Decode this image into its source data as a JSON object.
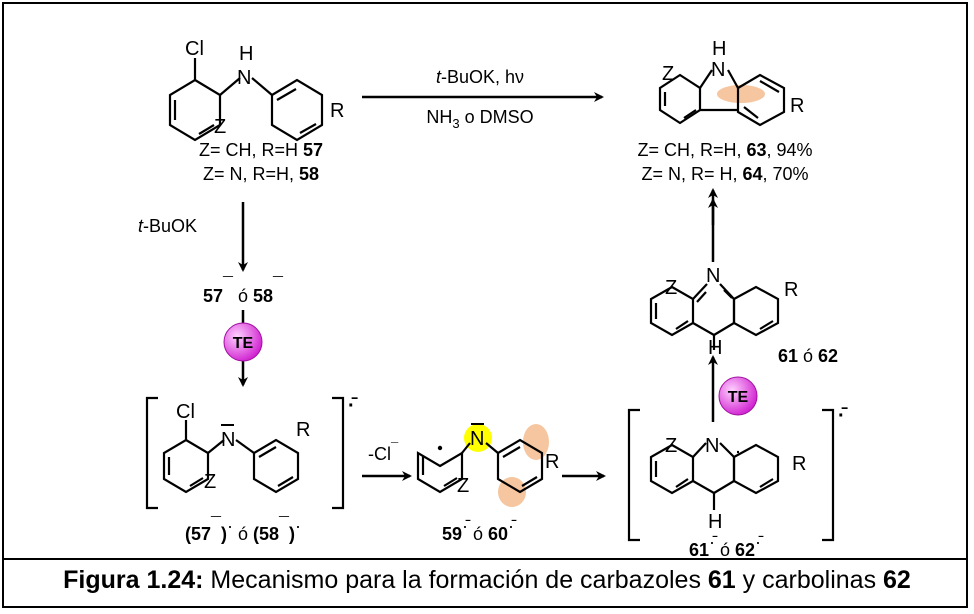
{
  "reaction": {
    "top_reagent_1": "t-BuOK, hν",
    "top_reagent_2": "NH3 o DMSO",
    "left_reagent": "t-BuOK",
    "loss": "-Cl",
    "te": "TE"
  },
  "labels": {
    "start_line1": "Z= CH, R=H 57",
    "start_line2": "Z= N, R=H, 58",
    "product_line1": "Z= CH, R=H, 63, 94%",
    "product_line2": "Z= N, R= H, 64, 70%",
    "anions": "57 ó 58",
    "radical_anion_pair": "(57) ó (58)",
    "radical_pair_59_60": "59 ó 60",
    "cyclized_radical_anion": "61 ó 62",
    "cyclized_neutral": "61 ó 62"
  },
  "atoms": {
    "Cl": "Cl",
    "N": "N",
    "H": "H",
    "Z": "Z",
    "R": "R"
  },
  "caption": {
    "prefix": "Figura 1.24:",
    "text1": " Mecanismo para la formación de carbazoles ",
    "n1": "61",
    "text2": " y carbolinas ",
    "n2": "62"
  },
  "colors": {
    "te_sphere": "#e040e0",
    "n_highlight": "#ffff00",
    "orbital_lobe": "#f5c6a0"
  }
}
